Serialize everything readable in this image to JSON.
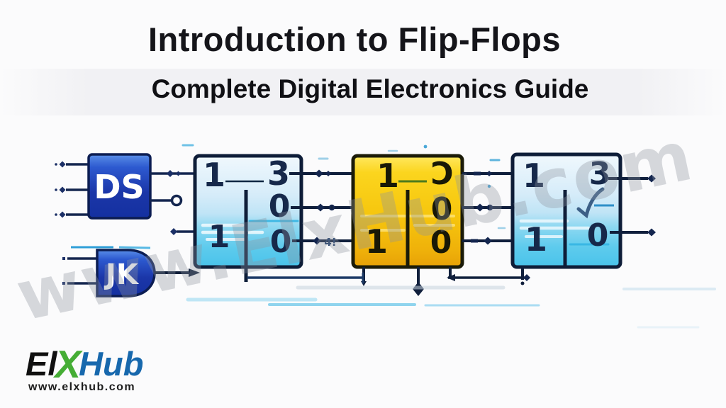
{
  "header": {
    "title": "Introduction to Flip-Flops",
    "subtitle": "Complete Digital Electronics Guide"
  },
  "watermark": "www.ElxHub.com",
  "diagram": {
    "ds_label": "DS",
    "jk_label": "JK",
    "ff1": {
      "in_top": "1",
      "out_top": "3",
      "out_mid": "0",
      "in_bottom": "1",
      "out_bottom": "0"
    },
    "ff2": {
      "in_top": "1",
      "out_top": "Ɔ",
      "out_mid": "0",
      "in_bottom": "1",
      "out_bottom": "0"
    },
    "ff3": {
      "in_top": "1",
      "out_top": "3",
      "in_bottom": "1",
      "out_bottom": "0"
    },
    "artifact": "4!"
  },
  "logo": {
    "part1": "El",
    "part2": "X",
    "part3": "Hub",
    "url": "www.elxhub.com"
  },
  "colors": {
    "deep_blue": "#1b36a8",
    "sky_block": "#49c3ea",
    "yellow_block": "#f6c50d",
    "line": "#101f3c",
    "watermark_gray": "#8d939e",
    "logo_green": "#45ad35",
    "logo_blue": "#1768ad"
  }
}
